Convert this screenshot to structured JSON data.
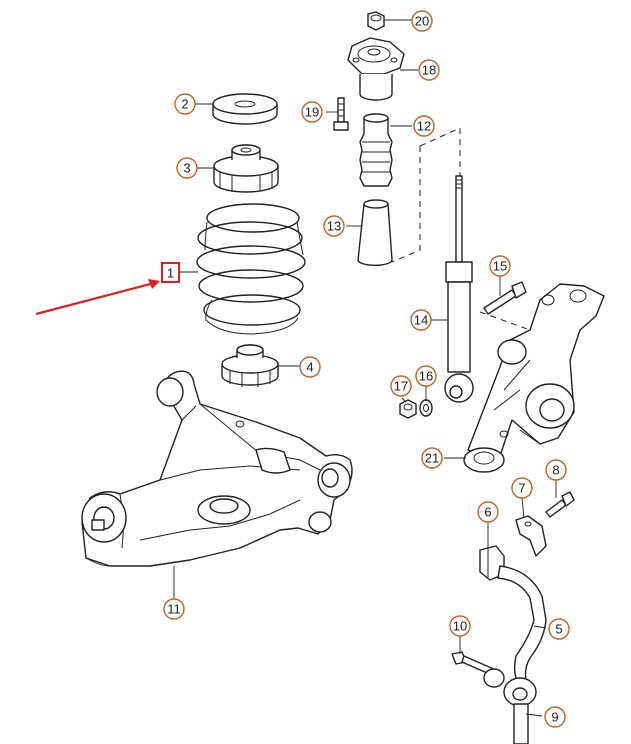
{
  "callouts": [
    {
      "id": "c1",
      "label": "1"
    },
    {
      "id": "c2",
      "label": "2"
    },
    {
      "id": "c3",
      "label": "3"
    },
    {
      "id": "c4",
      "label": "4"
    },
    {
      "id": "c5",
      "label": "5"
    },
    {
      "id": "c6",
      "label": "6"
    },
    {
      "id": "c7",
      "label": "7"
    },
    {
      "id": "c8",
      "label": "8"
    },
    {
      "id": "c9",
      "label": "9"
    },
    {
      "id": "c10",
      "label": "10"
    },
    {
      "id": "c11",
      "label": "11"
    },
    {
      "id": "c12",
      "label": "12"
    },
    {
      "id": "c13",
      "label": "13"
    },
    {
      "id": "c14",
      "label": "14"
    },
    {
      "id": "c15",
      "label": "15"
    },
    {
      "id": "c16",
      "label": "16"
    },
    {
      "id": "c17",
      "label": "17"
    },
    {
      "id": "c18",
      "label": "18"
    },
    {
      "id": "c19",
      "label": "19"
    },
    {
      "id": "c20",
      "label": "20"
    },
    {
      "id": "c21",
      "label": "21"
    }
  ],
  "colors": {
    "callout_ring": "#c0632a",
    "highlight_arrow": "#e02020",
    "line": "#222222"
  }
}
